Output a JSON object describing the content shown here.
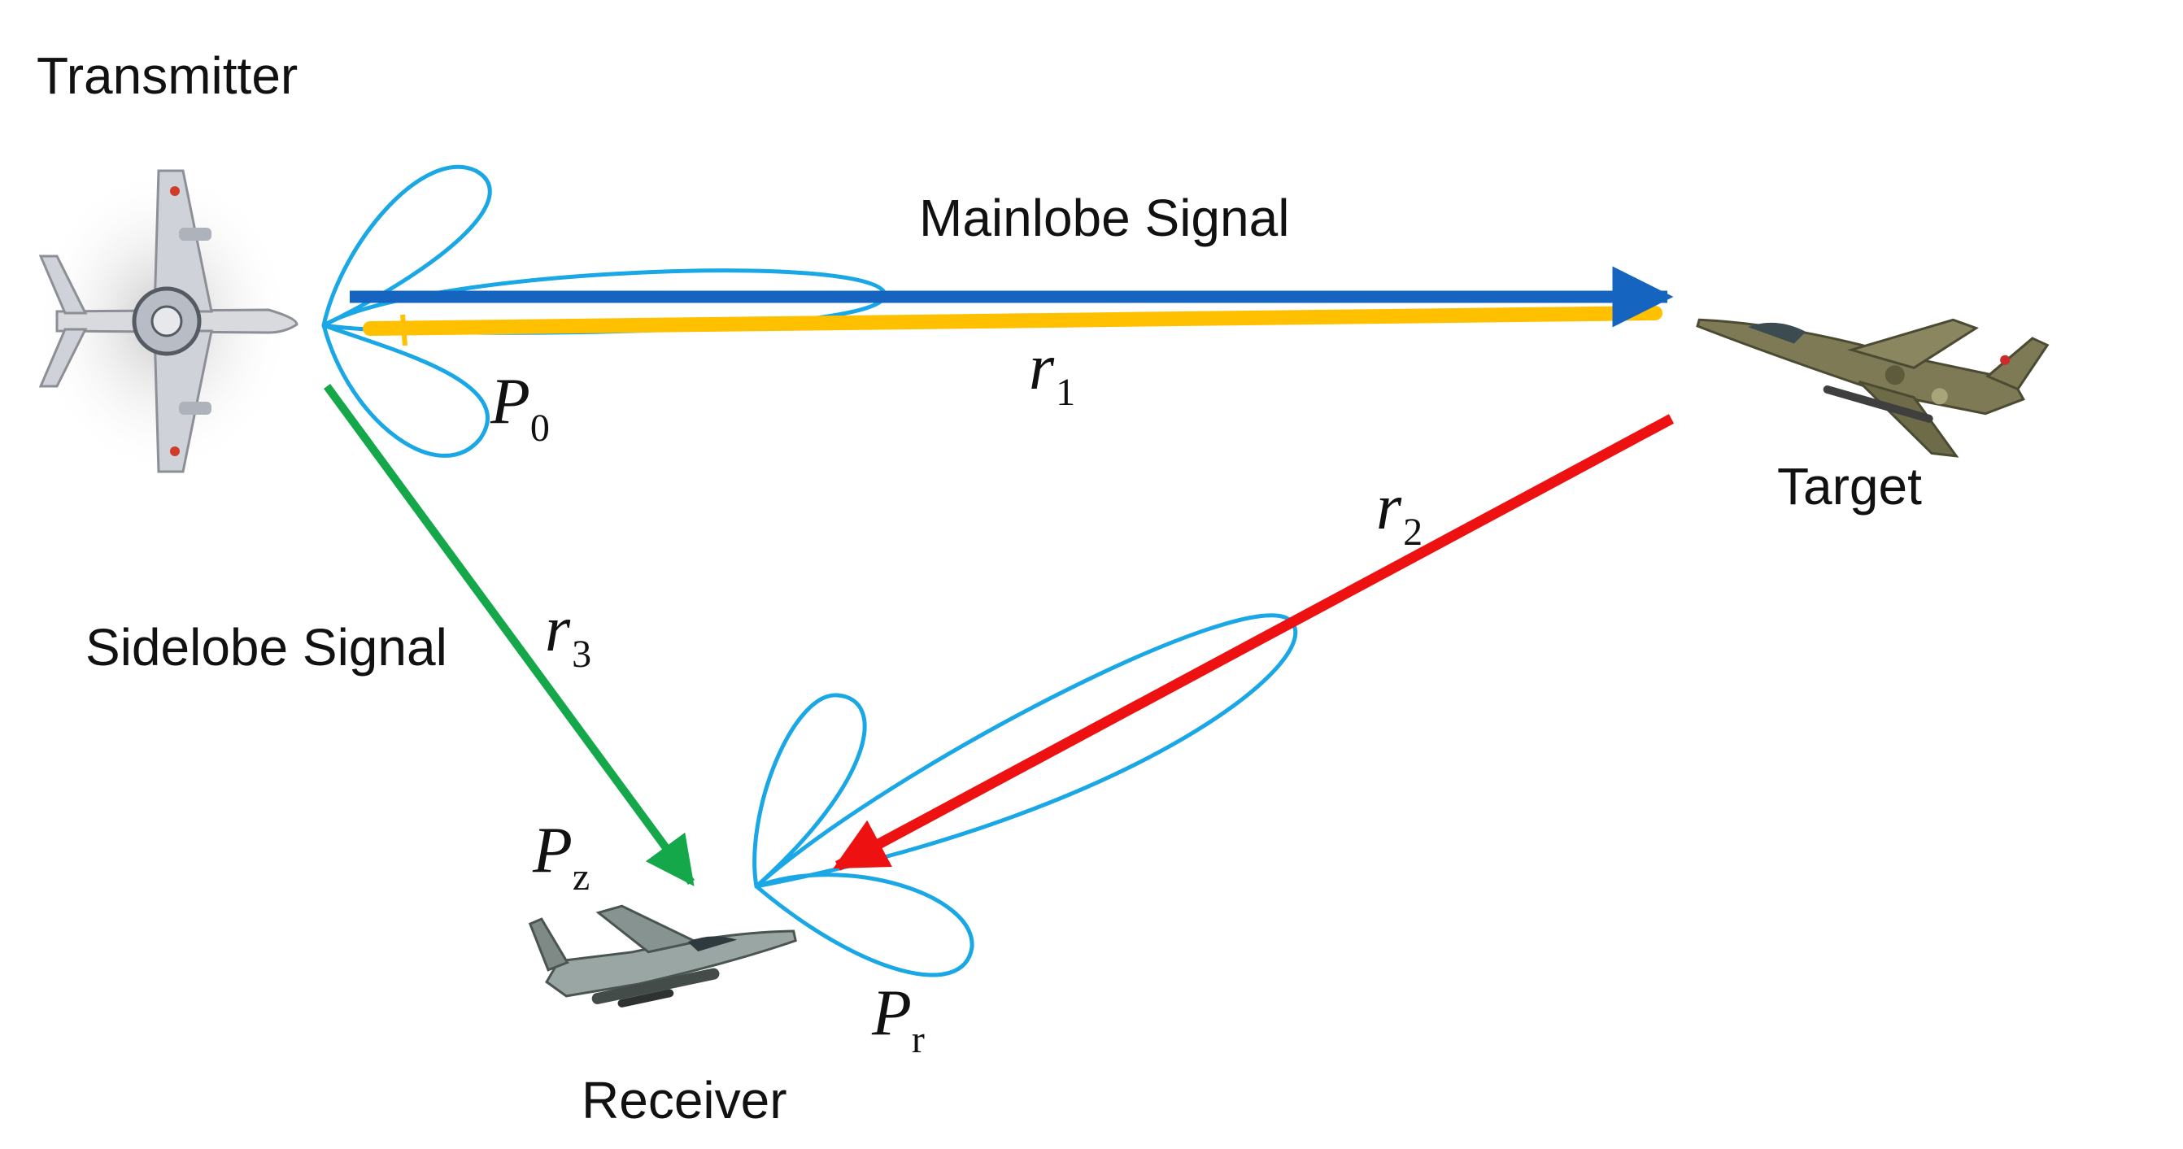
{
  "labels": {
    "transmitter": "Transmitter",
    "target": "Target",
    "receiver": "Receiver",
    "mainlobe": "Mainlobe Signal",
    "sidelobe": "Sidelobe Signal"
  },
  "symbols": {
    "p0": {
      "base": "P",
      "sub": "0"
    },
    "pz": {
      "base": "P",
      "sub": "z"
    },
    "pr": {
      "base": "P",
      "sub": "r"
    },
    "r1": {
      "base": "r",
      "sub": "1"
    },
    "r2": {
      "base": "r",
      "sub": "2"
    },
    "r3": {
      "base": "r",
      "sub": "3"
    }
  },
  "colors": {
    "mainlobe_arrow": "#1565c0",
    "return_line": "#ffc000",
    "target_echo_arrow": "#ee1111",
    "sidelobe_arrow": "#14a84a",
    "antenna_pattern": "#1aa7e6"
  },
  "icons": {
    "transmitter": "awacs-aircraft-icon",
    "target": "fighter-jet-icon",
    "receiver": "fighter-jet-icon"
  }
}
